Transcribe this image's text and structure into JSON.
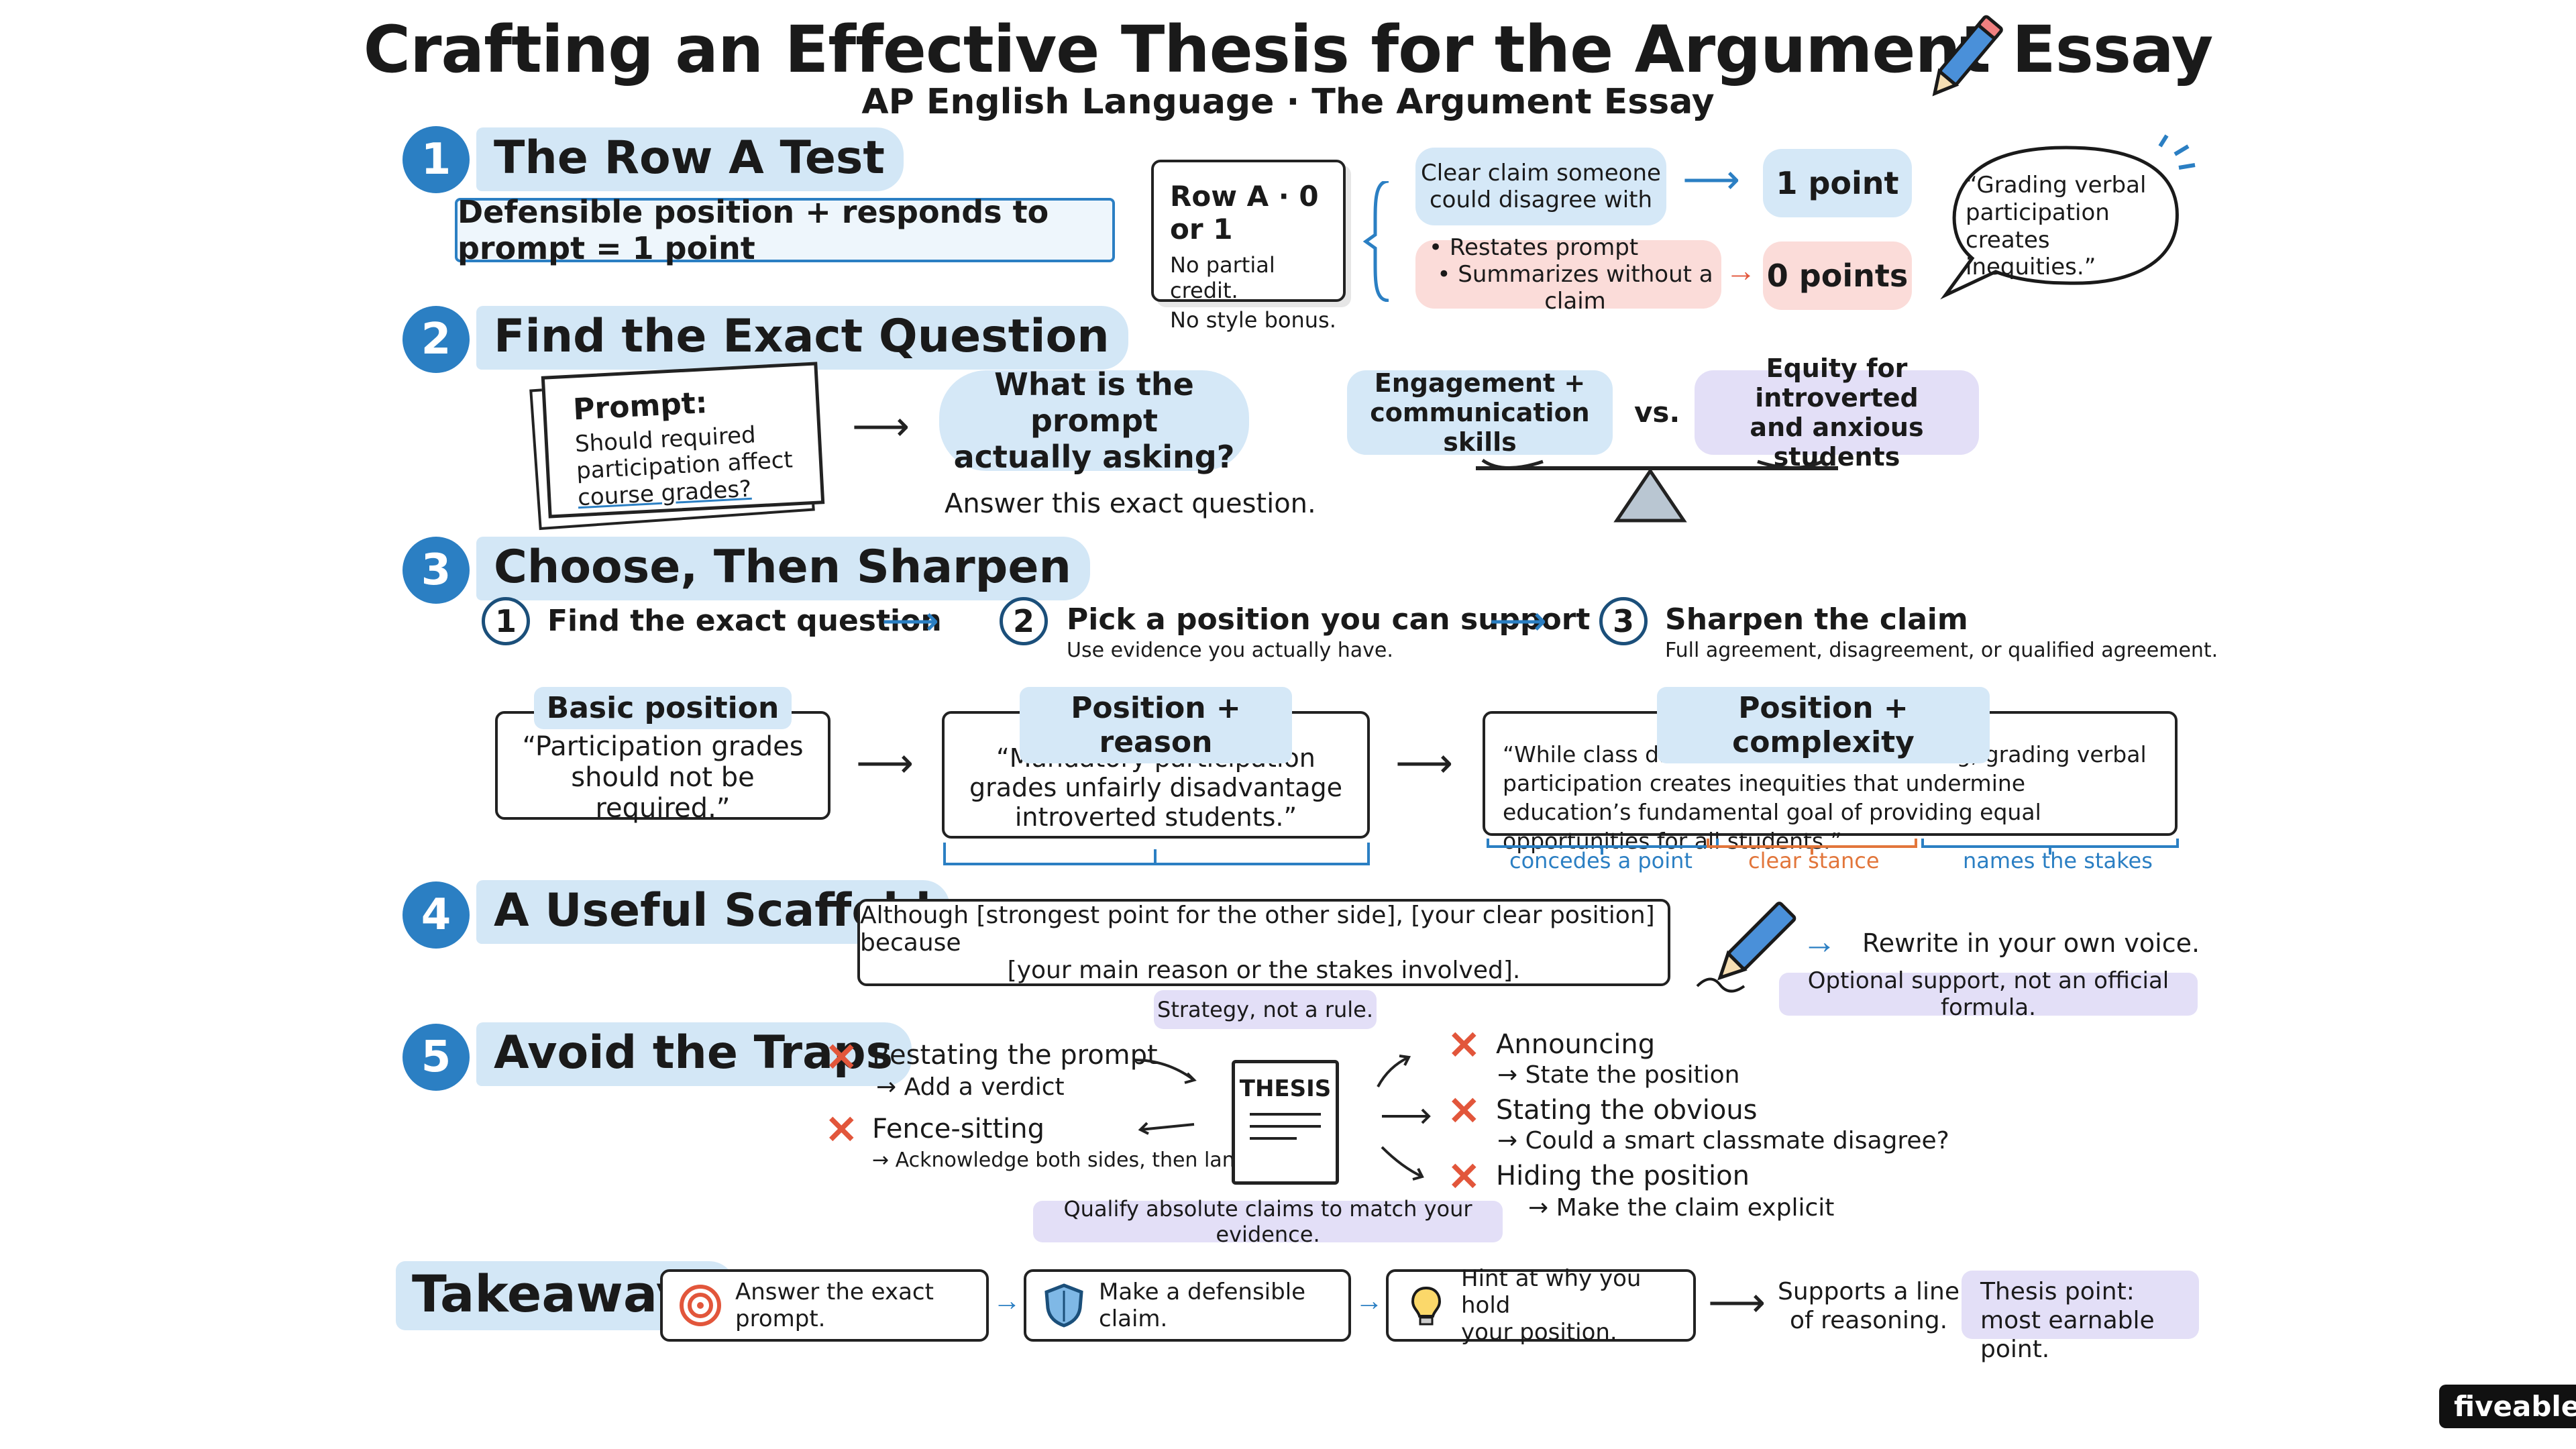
{
  "title": "Crafting an Effective Thesis for the Argument Essay",
  "subtitle": "AP English Language · The Argument Essay",
  "colors": {
    "accent_blue": "#2b7fc3",
    "pill_blue": "#d5e8f7",
    "pill_pink": "#fbdcd9",
    "pill_lavender": "#e3dff7",
    "cross_red": "#e2563b"
  },
  "s1": {
    "num": "1",
    "title": "The Row A Test",
    "formula": "Defensible position + responds to prompt = 1 point",
    "card_title": "Row A · 0 or 1",
    "card_line1": "No partial credit.",
    "card_line2": "No style bonus.",
    "good_line1": "Clear claim someone",
    "good_line2": "could disagree with",
    "good_result": "1 point",
    "bad_item1": "Restates prompt",
    "bad_item2": "Summarizes without a claim",
    "bad_result": "0 points",
    "quote": "“Grading verbal participation creates inequities.”"
  },
  "s2": {
    "num": "2",
    "title": "Find the Exact Question",
    "prompt_label": "Prompt:",
    "prompt_l1": "Should required",
    "prompt_l2": "participation affect",
    "prompt_l3": "course grades?",
    "question_l1": "What is the prompt",
    "question_l2": "actually asking?",
    "answer_note": "Answer this exact question.",
    "left_l1": "Engagement +",
    "left_l2": "communication skills",
    "vs": "vs.",
    "right_l1": "Equity for introverted",
    "right_l2": "and anxious students"
  },
  "s3": {
    "num": "3",
    "title": "Choose, Then Sharpen",
    "steps": [
      {
        "n": "1",
        "title": "Find the exact question",
        "sub": ""
      },
      {
        "n": "2",
        "title": "Pick a position you can support",
        "sub": "Use evidence you actually have."
      },
      {
        "n": "3",
        "title": "Sharpen the claim",
        "sub": "Full agreement, disagreement, or qualified agreement."
      }
    ],
    "basic_label": "Basic position",
    "basic_text": "“Participation grades should not be required.”",
    "reason_label": "Position + reason",
    "reason_text": "“Mandatory participation grades unfairly disadvantage introverted students.”",
    "complex_label": "Position + complexity",
    "complex_text": "“While class discussions enhance learning, grading verbal participation creates inequities that undermine education’s fundamental goal of providing equal opportunities for all students.”",
    "ann1": "concedes a point",
    "ann2": "clear stance",
    "ann3": "names the stakes"
  },
  "s4": {
    "num": "4",
    "title": "A Useful Scaffold",
    "template_l1": "Although [strongest point for the other side], [your clear position] because",
    "template_l2": "[your main reason or the stakes involved].",
    "tag": "Strategy, not a rule.",
    "rewrite": "Rewrite in your own voice.",
    "optional": "Optional support, not an official formula."
  },
  "s5": {
    "num": "5",
    "title": "Avoid the Traps",
    "center": "THESIS",
    "left": [
      {
        "title": "Restating the prompt",
        "fix": "→ Add a verdict"
      },
      {
        "title": "Fence-sitting",
        "fix": "→ Acknowledge both sides, then land"
      }
    ],
    "right": [
      {
        "title": "Announcing",
        "fix": "→ State the position"
      },
      {
        "title": "Stating the obvious",
        "fix": "→ Could a smart classmate disagree?"
      },
      {
        "title": "Hiding the position",
        "fix": "→ Make the claim explicit"
      }
    ],
    "qualify": "Qualify absolute claims to match your evidence."
  },
  "takeaways": {
    "label": "Takeaways",
    "items": [
      {
        "icon": "target-icon",
        "text": "Answer the exact prompt."
      },
      {
        "icon": "shield-icon",
        "text": "Make a defensible claim."
      },
      {
        "icon": "lightbulb-icon",
        "l1": "Hint at why you hold",
        "l2": "your position."
      }
    ],
    "supports_l1": "Supports a line",
    "supports_l2": "of reasoning.",
    "final_l1": "Thesis point:",
    "final_l2": "most earnable point."
  },
  "brand": "fiveable"
}
